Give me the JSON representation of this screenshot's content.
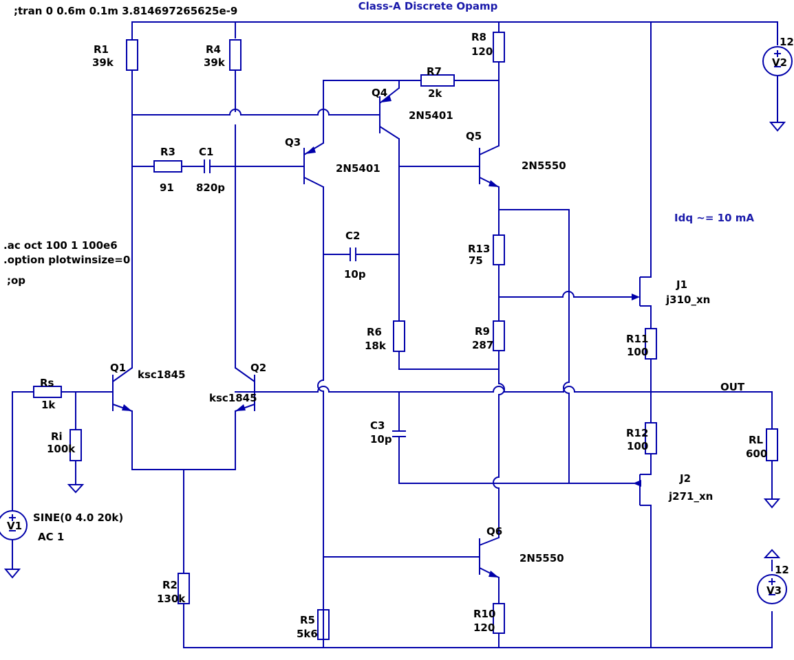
{
  "title": "Class-A Discrete Opamp",
  "directives": {
    "tran": ";tran 0 0.6m 0.1m 3.814697265625e-9",
    "ac": ".ac oct 100 1 100e6",
    "option": ".option plotwinsize=0",
    "op": ";op"
  },
  "annotation": "Idq ~= 10 mA",
  "out_label": "OUT",
  "components": {
    "R1": {
      "name": "R1",
      "value": "39k"
    },
    "R2": {
      "name": "R2",
      "value": "130k"
    },
    "R3": {
      "name": "R3",
      "value": "91"
    },
    "R4": {
      "name": "R4",
      "value": "39k"
    },
    "R5": {
      "name": "R5",
      "value": "5k6"
    },
    "R6": {
      "name": "R6",
      "value": "18k"
    },
    "R7": {
      "name": "R7",
      "value": "2k"
    },
    "R8": {
      "name": "R8",
      "value": "120"
    },
    "R9": {
      "name": "R9",
      "value": "287"
    },
    "R10": {
      "name": "R10",
      "value": "120"
    },
    "R11": {
      "name": "R11",
      "value": "100"
    },
    "R12": {
      "name": "R12",
      "value": "100"
    },
    "R13": {
      "name": "R13",
      "value": "75"
    },
    "Rs": {
      "name": "Rs",
      "value": "1k"
    },
    "Ri": {
      "name": "Ri",
      "value": "100k"
    },
    "RL": {
      "name": "RL",
      "value": "600"
    },
    "C1": {
      "name": "C1",
      "value": "820p"
    },
    "C2": {
      "name": "C2",
      "value": "10p"
    },
    "C3": {
      "name": "C3",
      "value": "10p"
    },
    "Q1": {
      "name": "Q1",
      "value": "ksc1845"
    },
    "Q2": {
      "name": "Q2",
      "value": "ksc1845"
    },
    "Q3": {
      "name": "Q3",
      "value": "2N5401"
    },
    "Q4": {
      "name": "Q4",
      "value": "2N5401"
    },
    "Q5": {
      "name": "Q5",
      "value": "2N5550"
    },
    "Q6": {
      "name": "Q6",
      "value": "2N5550"
    },
    "J1": {
      "name": "J1",
      "value": "j310_xn"
    },
    "J2": {
      "name": "J2",
      "value": "j271_xn"
    },
    "V1": {
      "name": "V1",
      "value": "SINE(0 4.0 20k)",
      "value2": "AC 1"
    },
    "V2": {
      "name": "V2",
      "value": "12"
    },
    "V3": {
      "name": "V3",
      "value": "12"
    }
  },
  "colors": {
    "wire": "#0000aa",
    "title": "#1a1aaa",
    "text": "#000000"
  }
}
